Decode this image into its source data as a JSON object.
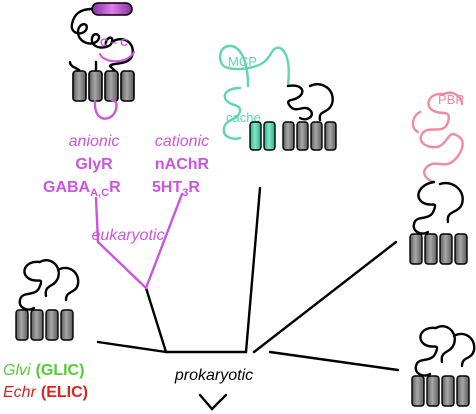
{
  "colors": {
    "eukaryotic": "#cc55dd",
    "cys": "#cc55dd",
    "mcp": "#5fd6ad",
    "pbp": "#f08aa0",
    "glvi": "#55cc33",
    "echr": "#dd2222",
    "tm": "#888888",
    "line": "#000000"
  },
  "labels": {
    "cys_loop": "C – C",
    "anionic": "anionic",
    "cationic": "cationic",
    "glyr": "GlyR",
    "gaba_main": "GABA",
    "gaba_sub": "A,C",
    "gaba_tail": "R",
    "nachr": "nAChR",
    "ht3_main": "5HT",
    "ht3_sub": "3",
    "ht3_tail": "R",
    "eukaryotic": "eukaryotic",
    "prokaryotic": "prokaryotic",
    "mcp": "MCP",
    "cache": "cache",
    "pbp": "PBP",
    "glvi_species": "Glvi",
    "glvi_protein": "(GLIC)",
    "echr_species": "Echr",
    "echr_protein": "(ELIC)"
  }
}
